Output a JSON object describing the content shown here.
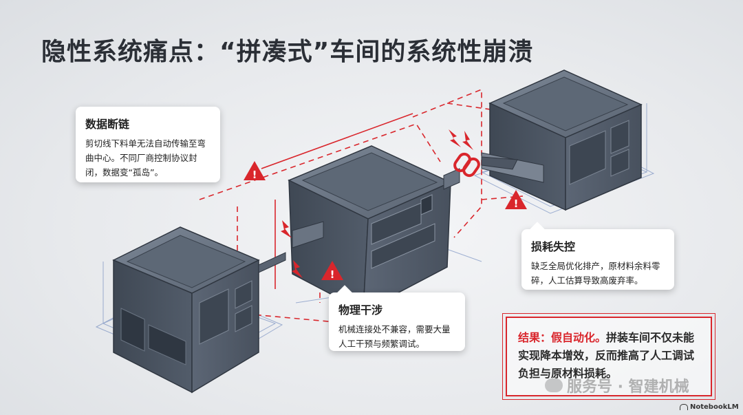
{
  "title": "隐性系统痛点：“拼凑式”车间的系统性崩溃",
  "callouts": {
    "data_break": {
      "heading": "数据断链",
      "body": "剪切线下料单无法自动传输至弯曲中心。不同厂商控制协议封闭，数据变“孤岛”。"
    },
    "loss": {
      "heading": "损耗失控",
      "body": "缺乏全局优化排产，原材料余料零碎，人工估算导致高废弃率。"
    },
    "interference": {
      "heading": "物理干涉",
      "body": "机械连接处不兼容，需要大量人工干预与频繁调试。"
    }
  },
  "result": {
    "label": "结果：假自动化。",
    "text": "拼装车间不仅未能实现降本增效，反而推高了人工调试负担与原材料损耗。"
  },
  "watermark": "服务号 · 智建机械",
  "brand": "NotebookLM",
  "colors": {
    "accent_red": "#d9262c",
    "machine_dark": "#4e5866",
    "machine_top": "#6b7684",
    "blueprint": "#3b5fa8"
  }
}
